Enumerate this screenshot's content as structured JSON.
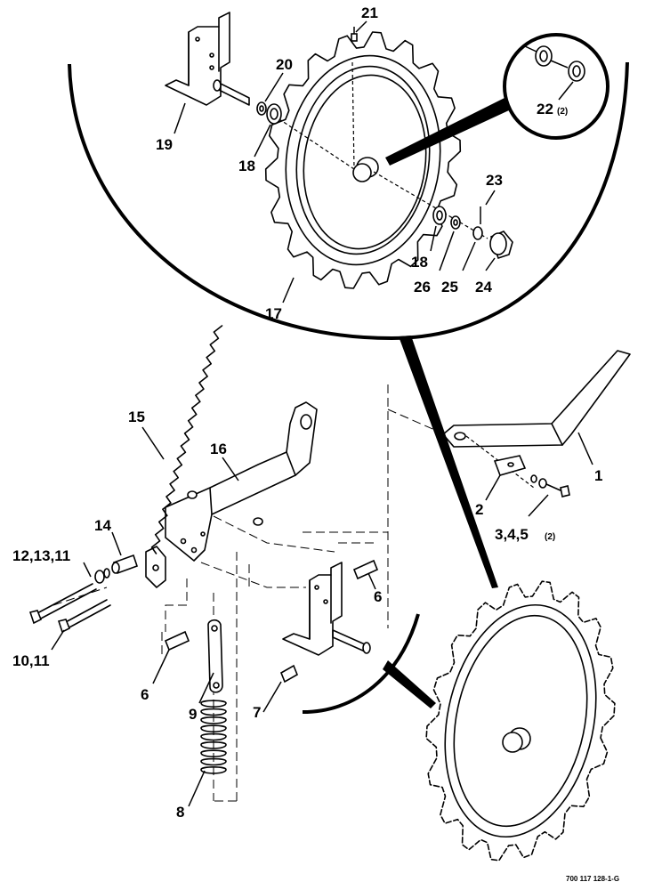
{
  "figure_id": "700 117 128-1-G",
  "callouts": {
    "c1": "1",
    "c2": "2",
    "c3": "3,4,5",
    "c3q": "(2)",
    "c6a": "6",
    "c6b": "6",
    "c7": "7",
    "c8": "8",
    "c9": "9",
    "c10": "10,11",
    "c12": "12,13,11",
    "c14": "14",
    "c15": "15",
    "c16": "16",
    "c17": "17",
    "c18a": "18",
    "c18b": "18",
    "c19": "19",
    "c20": "20",
    "c21": "21",
    "c22": "22",
    "c22q": "(2)",
    "c23": "23",
    "c24": "24",
    "c25": "25",
    "c26": "26"
  }
}
